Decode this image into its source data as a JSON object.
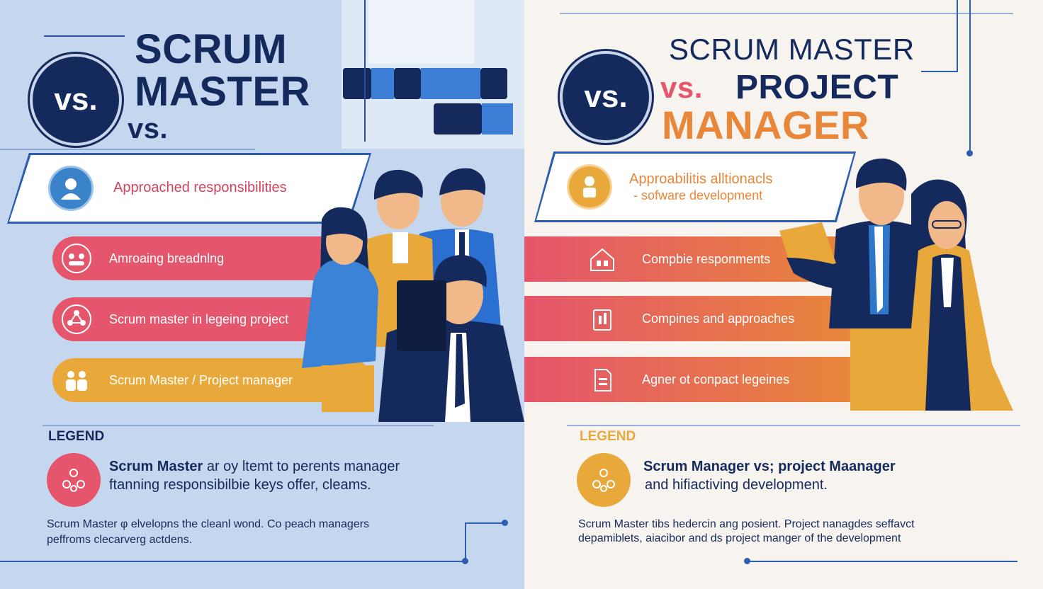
{
  "left": {
    "vs_badge": "vs.",
    "title_line1": "SCRUM",
    "title_line2": "MASTER",
    "title_line3": "vs.",
    "banner_text": "Approached responsibilities",
    "items": [
      {
        "label": "Amroaing breadnlng",
        "icon": "team-meeting-icon"
      },
      {
        "label": "Scrum master in legeing project",
        "icon": "network-icon"
      },
      {
        "label": "Scrum Master / Project manager",
        "icon": "people-icon"
      }
    ],
    "legend_title": "LEGEND",
    "legend_bold": "Scrum Master",
    "legend_line1_rest": " ar oy ltemt to perents manager",
    "legend_line2": "ftanning responsibilbie keys offer, cleams.",
    "note_line1": "Scrum Master φ elvelopns the cleanl wond. Co peach managers",
    "note_line2": "peffroms clecarverg actdens.",
    "colors": {
      "bg": "#c5d7ee",
      "navy": "#152a5c",
      "blue": "#2b5db0",
      "pink": "#e5556c",
      "yellow": "#e9a93a"
    }
  },
  "right": {
    "vs_badge": "vs.",
    "title_line1": "SCRUM MASTER",
    "title_vs": "vs.",
    "title_project": "PROJECT",
    "title_manager": "MANAGER",
    "banner_line1": "Approabilitis alltionacls",
    "banner_line2": "- sofware development",
    "items": [
      {
        "label": "Compbie responments",
        "icon": "building-icon"
      },
      {
        "label": "Compines and approaches",
        "icon": "tools-icon"
      },
      {
        "label": "Agner ot conpact legeines",
        "icon": "document-icon"
      }
    ],
    "legend_title": "LEGEND",
    "legend_line1": "Scrum Manager vs; project Maanager",
    "legend_line2": "and hifiactiving development.",
    "note_line1": "Scrum Master tibs hedercin ang posient. Project nanagdes seffavct",
    "note_line2": "depamiblets, aiacibor and ds project  manger  of the development",
    "colors": {
      "bg": "#f7f4ef",
      "navy": "#152a5c",
      "orange": "#e8873a",
      "pink": "#e5556c",
      "gold": "#e9a93a"
    }
  }
}
